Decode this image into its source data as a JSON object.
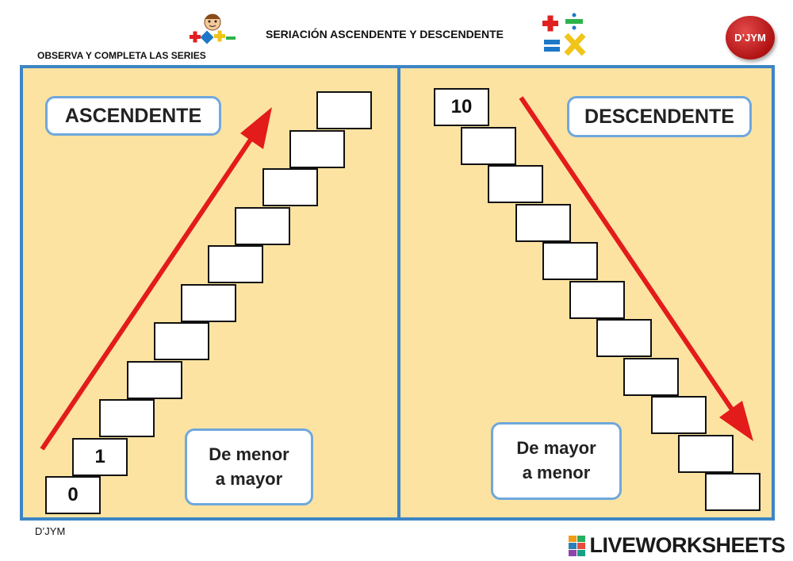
{
  "header": {
    "title": "SERIACIÓN ASCENDENTE Y DESCENDENTE",
    "instruction": "OBSERVA Y COMPLETA LAS SERIES",
    "logo_text": "D’JYM"
  },
  "ascending": {
    "title": "ASCENDENTE",
    "description": "De menor\na mayor",
    "steps": [
      "0",
      "1",
      "",
      "",
      "",
      "",
      "",
      "",
      "",
      "",
      ""
    ]
  },
  "descending": {
    "title": "DESCENDENTE",
    "description": "De mayor\na menor",
    "steps": [
      "10",
      "",
      "",
      "",
      "",
      "",
      "",
      "",
      "",
      "",
      ""
    ]
  },
  "footer": {
    "author": "D’JYM",
    "brand": "LIVEWORKSHEETS"
  },
  "colors": {
    "panel_background": "#fce3a1",
    "panel_border": "#3d85c6",
    "label_border": "#6fa8dc",
    "arrow": "#e31b1b"
  },
  "icons": [
    "kid-math-icon",
    "math-operators-icon",
    "logo-badge-icon",
    "liveworksheets-icon"
  ]
}
